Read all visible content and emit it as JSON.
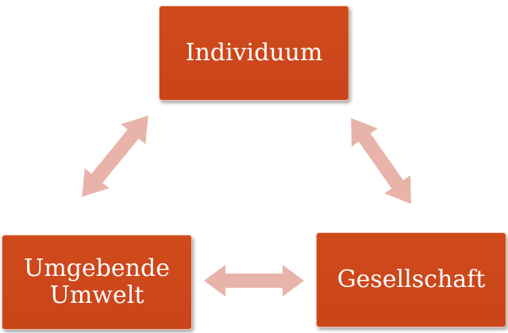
{
  "nodes": {
    "top": "Individuum",
    "left": "Umgebende Umwelt",
    "right": "Gesellschaft"
  },
  "colors": {
    "node_fill": "#c9451a",
    "node_border": "#f3c6b2",
    "arrow_fill": "#e8b3a9",
    "background": "#ffffff"
  },
  "connections": [
    {
      "from": "top",
      "to": "left",
      "type": "bidirectional"
    },
    {
      "from": "top",
      "to": "right",
      "type": "bidirectional"
    },
    {
      "from": "left",
      "to": "right",
      "type": "bidirectional"
    }
  ]
}
